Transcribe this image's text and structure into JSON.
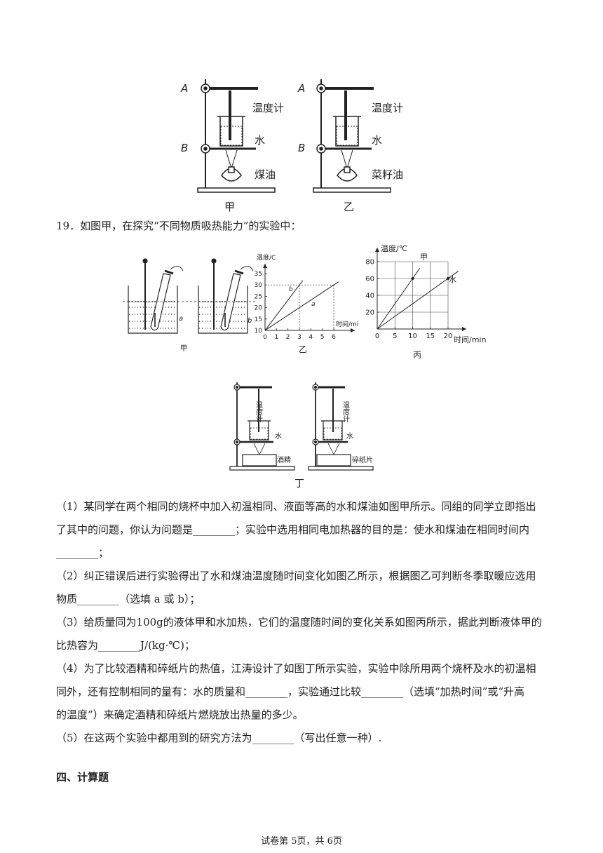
{
  "top_figure": {
    "label_a": "A",
    "label_b": "B",
    "thermometer": "温度计",
    "water": "水",
    "fuel_left": "煤油",
    "fuel_right": "菜籽油",
    "caption_left": "甲",
    "caption_right": "乙"
  },
  "question": {
    "stem": "19．如图甲，在探究“不同物质吸热能力”的实验中：",
    "parts": [
      "（1）某同学在两个相同的烧杯中加入初温相同、液面等高的水和煤油如图甲所示。同组的同学立即指出",
      "了其中的问题，你认为问题是________；实验中选用相同电加热器的目的是：使水和煤油在相同时间内",
      "________；",
      "（2）纠正错误后进行实验得出了水和煤油温度随时间变化如图乙所示，根据图乙可判断冬季取暖应选用",
      "物质________（选填 a 或 b）；",
      "（3）给质量同为100g的液体甲和水加热，它们的温度随时间的变化关系如图丙所示，据此判断液体甲的",
      "比热容为________J/(kg·℃)；",
      "（4）为了比较酒精和碎纸片的热值，江涛设计了如图丁所示实验，实验中除所用两个烧杯及水的初温相",
      "同外，还有控制相同的量有：水的质量和________，实验通过比较________（选填“加热时间”或“升高",
      "的温度”）来确定酒精和碎纸片燃烧放出热量的多少。",
      "（5）在这两个实验中都用到的研究方法为________（写出任意一种）."
    ]
  },
  "fig_jia": {
    "label_a": "a",
    "label_b": "b",
    "caption": "甲"
  },
  "chart_data": [
    {
      "type": "line",
      "caption": "乙",
      "xlabel": "时间/min",
      "ylabel": "温度/C",
      "xticks": [
        0,
        1,
        2,
        3,
        4,
        5,
        6
      ],
      "yticks": [
        10,
        15,
        20,
        25,
        30,
        35
      ],
      "xlim": [
        0,
        6
      ],
      "ylim": [
        10,
        35
      ],
      "series": [
        {
          "name": "b",
          "x": [
            0,
            3
          ],
          "y": [
            10,
            30
          ]
        },
        {
          "name": "a",
          "x": [
            0,
            6
          ],
          "y": [
            10,
            30
          ]
        }
      ]
    },
    {
      "type": "line",
      "caption": "丙",
      "xlabel": "时间/min",
      "ylabel": "温度/℃",
      "xticks": [
        0,
        5,
        10,
        15,
        20
      ],
      "yticks": [
        20,
        40,
        60,
        80
      ],
      "xlim": [
        0,
        20
      ],
      "ylim": [
        0,
        80
      ],
      "grid": true,
      "series": [
        {
          "name": "甲",
          "x": [
            0,
            10
          ],
          "y": [
            0,
            60
          ]
        },
        {
          "name": "水",
          "x": [
            0,
            20
          ],
          "y": [
            0,
            60
          ]
        }
      ]
    }
  ],
  "fig_ding": {
    "thermometer": "温度计",
    "water": "水",
    "fuel_left": "酒精",
    "fuel_right": "碎纸片",
    "caption": "丁"
  },
  "section": {
    "title": "四、计算题"
  },
  "footer": {
    "text": "试卷第 5页，共 6页"
  }
}
